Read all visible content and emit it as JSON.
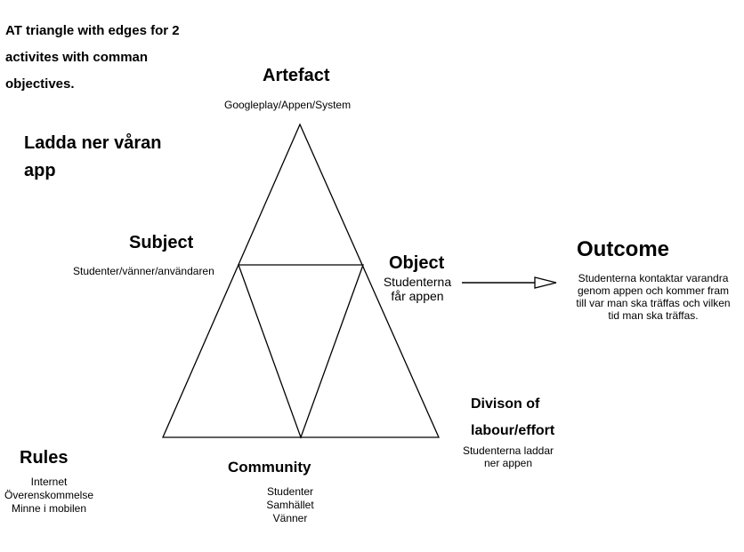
{
  "intro": {
    "lines": [
      "AT triangle with edges for 2",
      "activites with comman",
      "objectives."
    ]
  },
  "goal": {
    "lines": [
      "Ladda ner våran",
      "app"
    ]
  },
  "nodes": {
    "artefact": {
      "title": "Artefact",
      "lines": [
        "Googleplay/Appen/System"
      ]
    },
    "subject": {
      "title": "Subject",
      "lines": [
        "Studenter/vänner/användaren"
      ]
    },
    "object": {
      "title": "Object",
      "lines": [
        "Studenterna",
        "får appen"
      ]
    },
    "outcome": {
      "title": "Outcome",
      "lines": [
        "Studenterna kontaktar varandra",
        "genom appen och kommer fram",
        "till var man ska träffas och vilken",
        "tid man ska träffas."
      ]
    },
    "division": {
      "title_lines": [
        "Divison of",
        "labour/effort"
      ],
      "lines": [
        "Studenterna laddar",
        "ner appen"
      ]
    },
    "rules": {
      "title": "Rules",
      "lines": [
        "Internet",
        "Överenskommelse",
        "Minne i mobilen"
      ]
    },
    "community": {
      "title": "Community",
      "lines": [
        "Studenter",
        "Samhället",
        "Vänner"
      ]
    }
  },
  "colors": {
    "line": "#000000",
    "background": "#ffffff",
    "text": "#000000"
  }
}
